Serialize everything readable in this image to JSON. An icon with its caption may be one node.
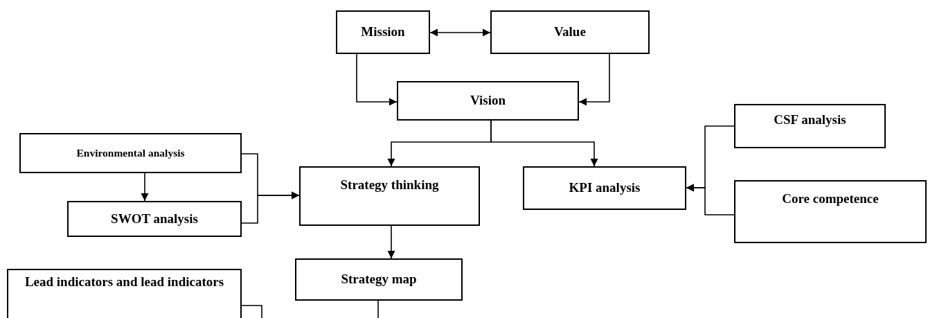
{
  "diagram": {
    "nodes": [
      {
        "text": [
          "Mission"
        ]
      },
      {
        "text": [
          "Value"
        ]
      },
      {
        "text": [
          "Vision"
        ]
      },
      {
        "text": [
          "Environmental analysis"
        ]
      },
      {
        "text": [
          "SWOT analysis"
        ]
      },
      {
        "text": [
          "Strategy thinking"
        ]
      },
      {
        "text": [
          "KPI analysis"
        ]
      },
      {
        "text": [
          "CSF analysis"
        ]
      },
      {
        "text": [
          "Core competence"
        ]
      },
      {
        "text": [
          "Strategy map"
        ]
      },
      {
        "text": [
          "Lead indicators and lead indicators"
        ]
      }
    ],
    "edges": [
      {
        "from": 0,
        "to": 1,
        "arrow": "both"
      },
      {
        "from": 0,
        "to": 2,
        "arrow": "to"
      },
      {
        "from": 1,
        "to": 2,
        "arrow": "to"
      },
      {
        "from": 2,
        "to": 5,
        "arrow": "to"
      },
      {
        "from": 2,
        "to": 6,
        "arrow": "to"
      },
      {
        "from": 3,
        "to": 4,
        "arrow": "to"
      },
      {
        "from": 3,
        "to": 5,
        "arrow": "to"
      },
      {
        "from": 4,
        "to": 5,
        "arrow": "to"
      },
      {
        "from": 5,
        "to": 9,
        "arrow": "to"
      },
      {
        "from": 7,
        "to": 6,
        "arrow": "to"
      },
      {
        "from": 8,
        "to": 6,
        "arrow": "to"
      },
      {
        "from": 10,
        "to": null,
        "arrow": "none"
      },
      {
        "from": 9,
        "to": null,
        "arrow": "none"
      }
    ]
  }
}
